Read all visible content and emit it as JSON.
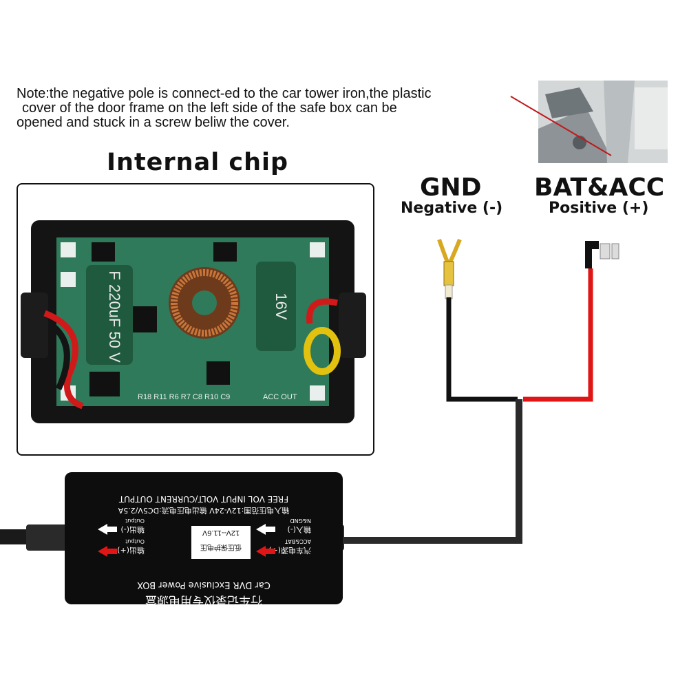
{
  "note": {
    "line1": "Note:the negative pole is connect-ed to the car tower iron,the plastic",
    "line2": "cover of the door frame on the left side of the safe box can be",
    "line3": "opened and stuck in a screw beliw the cover."
  },
  "chip": {
    "title": "Internal chip",
    "capacitor_text": "F 220uF 50 V",
    "capacitor2_text": "16V",
    "pcb_labels": "R18 R11 R6 R7 C8 R10 C9",
    "acc_out": "ACC OUT"
  },
  "wires": {
    "gnd_title": "GND",
    "gnd_sub": "Negative (-)",
    "bat_title": "BAT&ACC",
    "bat_sub": "Positive (+)"
  },
  "box": {
    "top_line1": "FREE VOL INPUT     VOLT/CURRENT OUTPUT",
    "top_line2": "输入电压范围:12V-24V   输出电压电流:DC5V/2.5A",
    "voltage_label": "12V--11.6V",
    "voltage_sub": "低压保护电压",
    "left_label1": "输入(-)",
    "left_label1b": "N&GND",
    "left_label2": "汽车电源(+)",
    "left_label2b": "ACC&BAT",
    "right_label1": "输出(-)",
    "right_label1b": "Output",
    "right_label2": "输出(+)",
    "right_label2b": "Output",
    "bottom_en": "Car DVR Exclusive Power BOX",
    "bottom_cn": "行车记录仪专用电源盒"
  },
  "colors": {
    "positive_wire": "#e01616",
    "negative_wire": "#111111",
    "box_body": "#0d0d0d",
    "pcb": "#2f7a5a"
  }
}
